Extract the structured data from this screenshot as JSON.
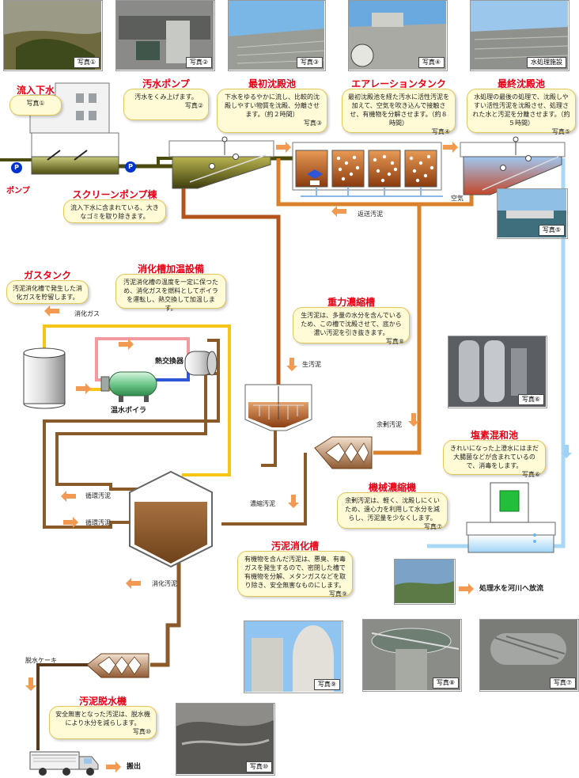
{
  "photos": [
    {
      "caption": "写真①"
    },
    {
      "caption": "写真②"
    },
    {
      "caption": "写真③"
    },
    {
      "caption": "写真④"
    },
    {
      "caption": "水処理施設"
    },
    {
      "caption": "写真⑤"
    },
    {
      "caption": "写真⑥"
    },
    {
      "caption": "写真⑨"
    },
    {
      "caption": "写真⑧"
    },
    {
      "caption": "写真⑦"
    },
    {
      "caption": "写真⑩"
    }
  ],
  "balloons": {
    "inflow": {
      "title": "流入下水",
      "ref": "写真①"
    },
    "pump": {
      "title": "汚水ポンプ",
      "text": "汚水をくみ上げます。",
      "ref": "写真②"
    },
    "primary": {
      "title": "最初沈殿池",
      "text": "下水をゆるやかに流し、比較的沈殿しやすい物質を沈殿、分離させます。（約２時間）",
      "ref": "写真③"
    },
    "aeration": {
      "title": "エアレーションタンク",
      "text": "最初沈殿池を経た汚水に活性汚泥を加えて、空気を吹き込んで接触させ、有機物を分解させます。（約８時間）",
      "ref": "写真④"
    },
    "final": {
      "title": "最終沈殿池",
      "text": "水処理の最後の処理で、沈殿しやすい活性汚泥を沈殿させ、処理された水と汚泥を分離させます。（約５時間）",
      "ref": "写真⑤"
    },
    "screen": {
      "title": "スクリーンポンプ棟",
      "text": "流入下水に含まれている、大きなゴミを取り除きます。"
    },
    "gastank": {
      "title": "ガスタンク",
      "text": "汚泥消化槽で発生した消化ガスを貯留します。"
    },
    "heating": {
      "title": "消化槽加温設備",
      "text": "汚泥消化槽の温度を一定に保つため、消化ガスを燃料としてボイラを運転し、熱交換して加温します。"
    },
    "gravity": {
      "title": "重力濃縮槽",
      "text": "生汚泥は、多量の水分を含んでいるため、この槽で沈殿させて、底から濃い汚泥を引き抜きます。",
      "ref": "写真⑧"
    },
    "chlorine": {
      "title": "塩素混和池",
      "text": "きれいになった上澄水にはまだ大腸菌などが含まれているので、消毒をします。",
      "ref": "写真⑥"
    },
    "mechanical": {
      "title": "機械濃縮機",
      "text": "余剰汚泥は、軽く、沈殿しにくいため、遠心力を利用して水分を減らし、汚泥量を少なくします。",
      "ref": "写真⑦"
    },
    "digester": {
      "title": "汚泥消化槽",
      "text": "有機物を含んだ汚泥は、悪臭、有毒ガスを発生するので、密閉した槽で有機物を分解、メタンガスなどを取り除き、安全無害なものにします。",
      "ref": "写真⑨"
    },
    "dewater": {
      "title": "汚泥脱水機",
      "text": "安全無害となった汚泥は、脱水機により水分を減らします。",
      "ref": "写真⑩"
    }
  },
  "labels": {
    "pump_word": "ポンプ",
    "pump_badge": "P",
    "return_sludge": "返送汚泥",
    "air": "空気",
    "digestion_gas": "消化ガス",
    "heat_exchanger": "熱交換器",
    "boiler": "温水ボイラ",
    "raw_sludge": "生汚泥",
    "excess_sludge": "余剰汚泥",
    "circ_sludge_1": "循環汚泥",
    "circ_sludge_2": "循環汚泥",
    "thick_sludge": "濃縮汚泥",
    "digested_sludge": "消化汚泥",
    "cake": "脱水ケーキ",
    "carry_out": "搬出",
    "discharge": "処理水を河川へ放流"
  },
  "colors": {
    "sewage": "#5a5a12",
    "primary_sludge": "#b4541c",
    "aeration_line": "#d9822b",
    "gas_line": "#f5c518",
    "hot_water": "#f29aa0",
    "cold_water": "#2f56d8",
    "treated_water": "#9fd3f5",
    "digested_line": "#8b5a2b",
    "title_red": "#e60012",
    "balloon_fill": "#fffbd6",
    "arrow_orange": "#f39a52"
  }
}
